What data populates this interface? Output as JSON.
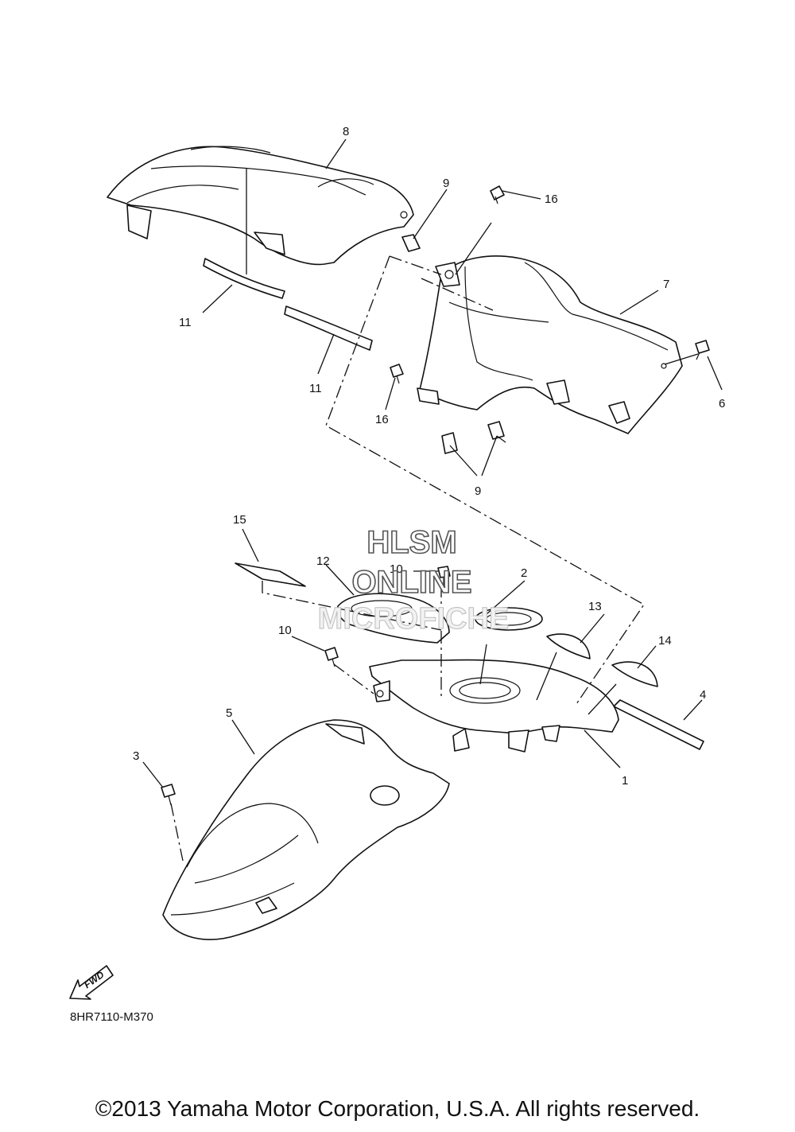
{
  "diagram": {
    "callouts": {
      "c1": "1",
      "c2": "2",
      "c3": "3",
      "c4": "4",
      "c5": "5",
      "c6": "6",
      "c7": "7",
      "c8": "8",
      "c9a": "9",
      "c9b": "9",
      "c10a": "10",
      "c10b": "10",
      "c11a": "11",
      "c11b": "11",
      "c12": "12",
      "c13": "13",
      "c14": "14",
      "c15": "15",
      "c16a": "16",
      "c16b": "16"
    },
    "fwd_label": "FWD",
    "diagram_code": "8HR7110-M370"
  },
  "watermark": {
    "line1": "HLSM",
    "line2": "ONLINE",
    "line3": "MICROFICHE"
  },
  "footer": {
    "copyright": "©2013 Yamaha Motor Corporation, U.S.A. All rights reserved."
  }
}
